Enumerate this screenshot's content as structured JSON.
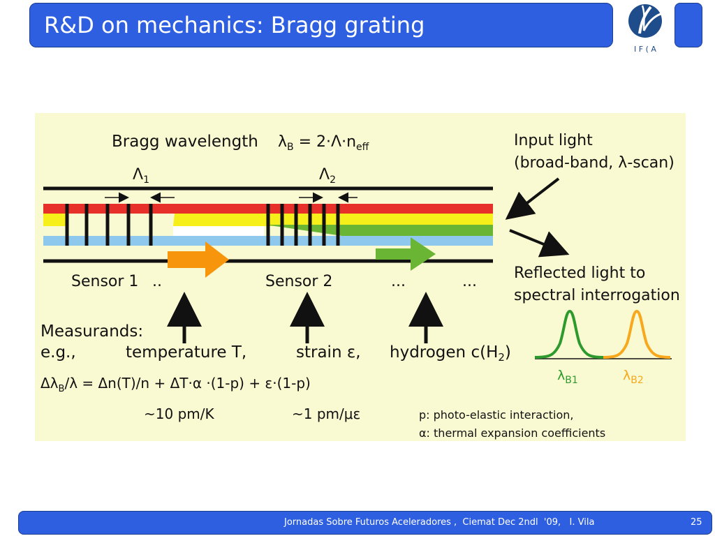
{
  "header": {
    "title": "R&D on mechanics: Bragg grating"
  },
  "logo": {
    "text": "I F ( A"
  },
  "diagram": {
    "bragg_label": "Bragg wavelength",
    "bragg_formula": "λ_B = 2·Λ·n_eff",
    "lambda1": "Λ1",
    "lambda2": "Λ2",
    "input_light_1": "Input light",
    "input_light_2": "(broad-band, λ-scan)",
    "sensor1": "Sensor 1",
    "sensor1_dots": "..",
    "sensor2": "Sensor 2",
    "dots_a": "...",
    "dots_b": "...",
    "reflected_1": "Reflected light to",
    "reflected_2": "spectral interrogation",
    "measurands": "Measurands:",
    "eg": "e.g.,",
    "temperature": "temperature T,",
    "strain": "strain ε,",
    "hydrogen": "hydrogen c(H₂)",
    "shift_formula": "Δλ_B/λ = Δn(T)/n + ΔT·α ·(1-p) + ε·(1-p)",
    "temp_sens": "~10 pm/K",
    "strain_sens": "~1 pm/με",
    "note_p": "p: photo-elastic interaction,",
    "note_alpha": "α: thermal expansion coefficients",
    "peak1": "λB1",
    "peak2": "λB2",
    "colors": {
      "panel": "#fafad2",
      "red": "#e8302a",
      "yellow": "#f7ef1a",
      "blue": "#8ec8ec",
      "orange": "#f7950c",
      "green": "#6ab634"
    }
  },
  "footer": {
    "text": "Jornadas Sobre Futuros Aceleradores ,  Ciemat Dec 2ndl  '09,   I. Vila",
    "page": "25"
  }
}
